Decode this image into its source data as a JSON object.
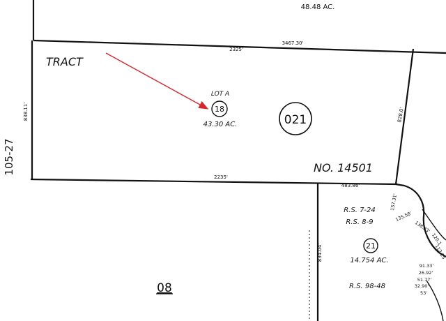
{
  "parcel_map": {
    "book_page": "105-27",
    "parcel_above_area": "48.48 AC.",
    "tract_word": "TRACT",
    "tract_number": "NO. 14501",
    "lot_label": "LOT A",
    "lot_number": "18",
    "lot_area": "43.30 AC.",
    "page_number": "021",
    "block_number": "08",
    "parcel_21": {
      "number": "21",
      "area": "14.754 AC.",
      "survey_refs": [
        "R.S. 7-24",
        "R.S. 8-9",
        "R.S. 98-48"
      ]
    },
    "dimensions": {
      "top_long": "3467.30'",
      "top_tract": "2325'",
      "bottom_tract": "2235'",
      "left": "838.11'",
      "right": "828.0'",
      "p21_top": "483.86'",
      "p21_left": "834.04'",
      "p21_corner": "157.31'",
      "curve_a": "135.58'",
      "curve_b": "138.83'",
      "curve_c": "120.1",
      "curve_d": "112.25",
      "c1": "91.33'",
      "c2": "26.92'",
      "c3": "51.77'",
      "c4": "32.90'",
      "c5": "53'"
    }
  },
  "colors": {
    "linework": "#111111",
    "arrow": "#d9262c"
  }
}
